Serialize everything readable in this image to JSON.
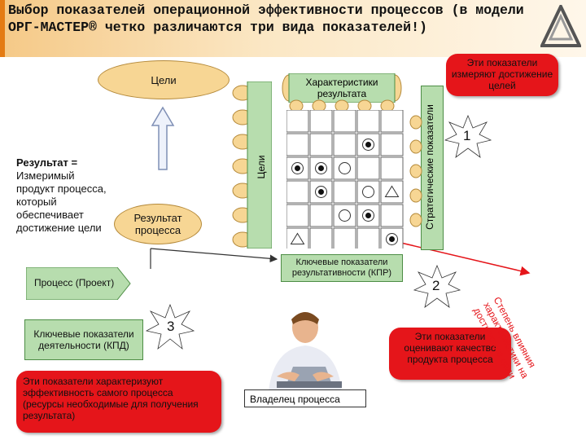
{
  "title": "Выбор показателей операционной эффективности процессов (в модели ОРГ-МАСТЕР® четко различаются три вида показателей!)",
  "goals_ellipse": "Цели",
  "result_label": "Результат =",
  "result_definition": "Измеримый продукт процесса, который обеспечивает достижение цели",
  "result_ellipse": "Результат процесса",
  "process_label": "Процесс (Проект)",
  "kpd_box": "Ключевые показатели деятельности (КПД)",
  "kpd_callout": "Эти показатели характеризуют эффективность самого процесса (ресурсы необходимые для получения результата)",
  "num_3": "3",
  "goals_vertical": "Цели",
  "result_characteristics": "Характеристики результата",
  "strategic_vertical": "Стратегические показатели",
  "goals_callout": "Эти показатели измеряют достижение целей",
  "num_1": "1",
  "kpr_label": "Ключевые показатели результативности (КПР)",
  "num_2": "2",
  "kpr_callout": "Эти показатели оценивают качество продукта процесса",
  "owner_label": "Владелец процесса",
  "rotated_text": "Степень влияния характеристики на достижение цели",
  "colors": {
    "accent": "#e47b13",
    "callout_red": "#e5151a",
    "green": "#b7ddae",
    "ellipse": "#f7d694"
  }
}
